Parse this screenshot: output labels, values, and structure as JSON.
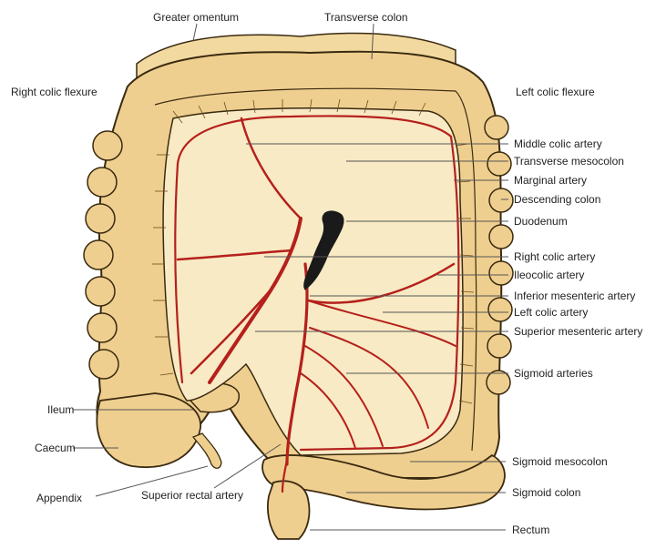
{
  "colors": {
    "colon_fill": "#efcf8f",
    "colon_stroke": "#3a2a10",
    "mesentery_fill": "#f8eac4",
    "artery": "#b5201c",
    "duodenum": "#1a1a1a",
    "leader_line": "#555555"
  },
  "labels": {
    "greater_omentum": "Greater omentum",
    "transverse_colon": "Transverse colon",
    "right_colic_flexure": "Right colic flexure",
    "left_colic_flexure": "Left colic flexure",
    "middle_colic_artery": "Middle colic artery",
    "transverse_mesocolon": "Transverse mesocolon",
    "marginal_artery": "Marginal artery",
    "descending_colon": "Descending colon",
    "duodenum": "Duodenum",
    "right_colic_artery": "Right colic artery",
    "ileocolic_artery": "Ileocolic artery",
    "inferior_mesenteric_artery": "Inferior mesenteric artery",
    "left_colic_artery": "Left colic artery",
    "superior_mesenteric_artery": "Superior mesenteric artery",
    "sigmoid_arteries": "Sigmoid arteries",
    "ileum": "Ileum",
    "caecum": "Caecum",
    "appendix": "Appendix",
    "superior_rectal_artery": "Superior rectal artery",
    "sigmoid_mesocolon": "Sigmoid mesocolon",
    "sigmoid_colon": "Sigmoid colon",
    "rectum": "Rectum"
  }
}
